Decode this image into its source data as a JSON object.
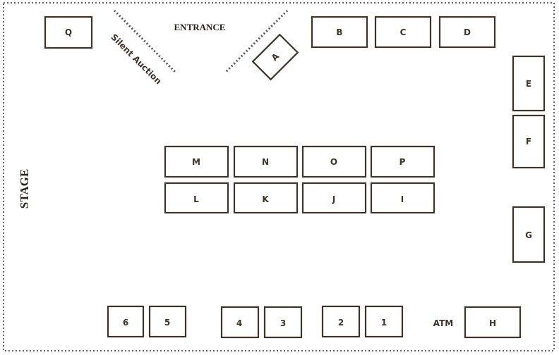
{
  "floorplan": {
    "entrance_label": "ENTRANCE",
    "silent_auction_label": "Silent Auction",
    "stage_label": "STAGE",
    "atm_label": "ATM",
    "booths": [
      "Q",
      "B",
      "C",
      "D",
      "A",
      "E",
      "F",
      "G",
      "M",
      "N",
      "O",
      "P",
      "L",
      "K",
      "J",
      "I",
      "6",
      "5",
      "4",
      "3",
      "2",
      "1",
      "H"
    ]
  }
}
